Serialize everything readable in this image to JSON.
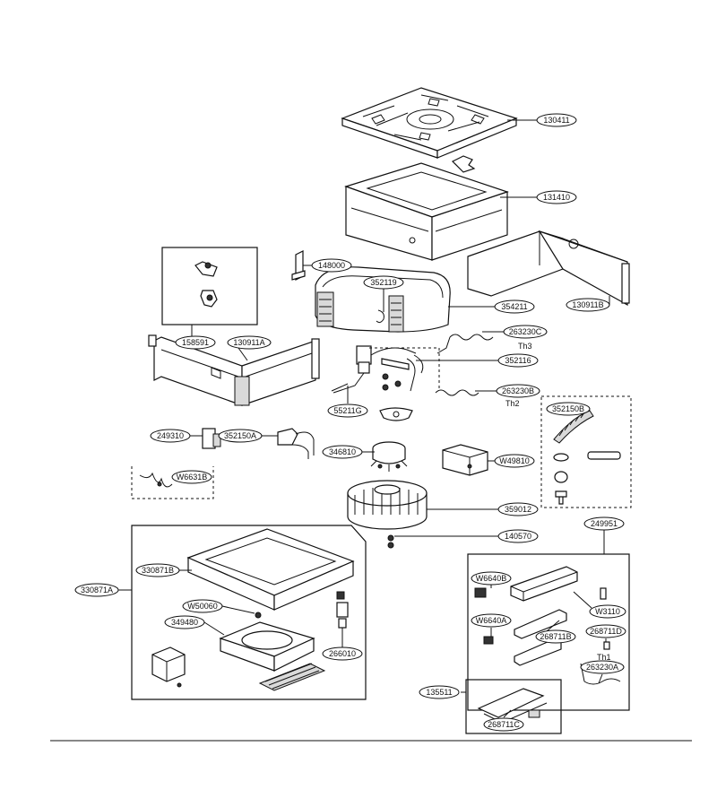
{
  "callouts": [
    {
      "id": "c130411",
      "label": "130411"
    },
    {
      "id": "c131410",
      "label": "131410"
    },
    {
      "id": "c148000",
      "label": "148000"
    },
    {
      "id": "c352119",
      "label": "352119"
    },
    {
      "id": "c354211",
      "label": "354211"
    },
    {
      "id": "c130911B",
      "label": "130911B"
    },
    {
      "id": "c158591",
      "label": "158591"
    },
    {
      "id": "c130911A",
      "label": "130911A"
    },
    {
      "id": "c263230C",
      "label": "263230C"
    },
    {
      "id": "c352116",
      "label": "352116"
    },
    {
      "id": "c263230B",
      "label": "263230B"
    },
    {
      "id": "c55211G",
      "label": "55211G"
    },
    {
      "id": "c352150B",
      "label": "352150B"
    },
    {
      "id": "c249310",
      "label": "249310"
    },
    {
      "id": "c352150A",
      "label": "352150A"
    },
    {
      "id": "c346810",
      "label": "346810"
    },
    {
      "id": "cW49810",
      "label": "W49810"
    },
    {
      "id": "cW6631B",
      "label": "W6631B"
    },
    {
      "id": "c359012",
      "label": "359012"
    },
    {
      "id": "c249951",
      "label": "249951"
    },
    {
      "id": "c140570",
      "label": "140570"
    },
    {
      "id": "c330871B",
      "label": "330871B"
    },
    {
      "id": "c330871A",
      "label": "330871A"
    },
    {
      "id": "cW6640B",
      "label": "W6640B"
    },
    {
      "id": "cW50060",
      "label": "W50060"
    },
    {
      "id": "cW3110",
      "label": "W3110"
    },
    {
      "id": "c349480",
      "label": "349480"
    },
    {
      "id": "cW6640A",
      "label": "W6640A"
    },
    {
      "id": "c268711B",
      "label": "268711B"
    },
    {
      "id": "c268711D",
      "label": "268711D"
    },
    {
      "id": "c266010",
      "label": "266010"
    },
    {
      "id": "c263230A",
      "label": "263230A"
    },
    {
      "id": "c135511",
      "label": "135511"
    },
    {
      "id": "c268711C",
      "label": "268711C"
    }
  ],
  "notes": {
    "th3": "Th3",
    "th2": "Th2",
    "th1": "Th1"
  }
}
